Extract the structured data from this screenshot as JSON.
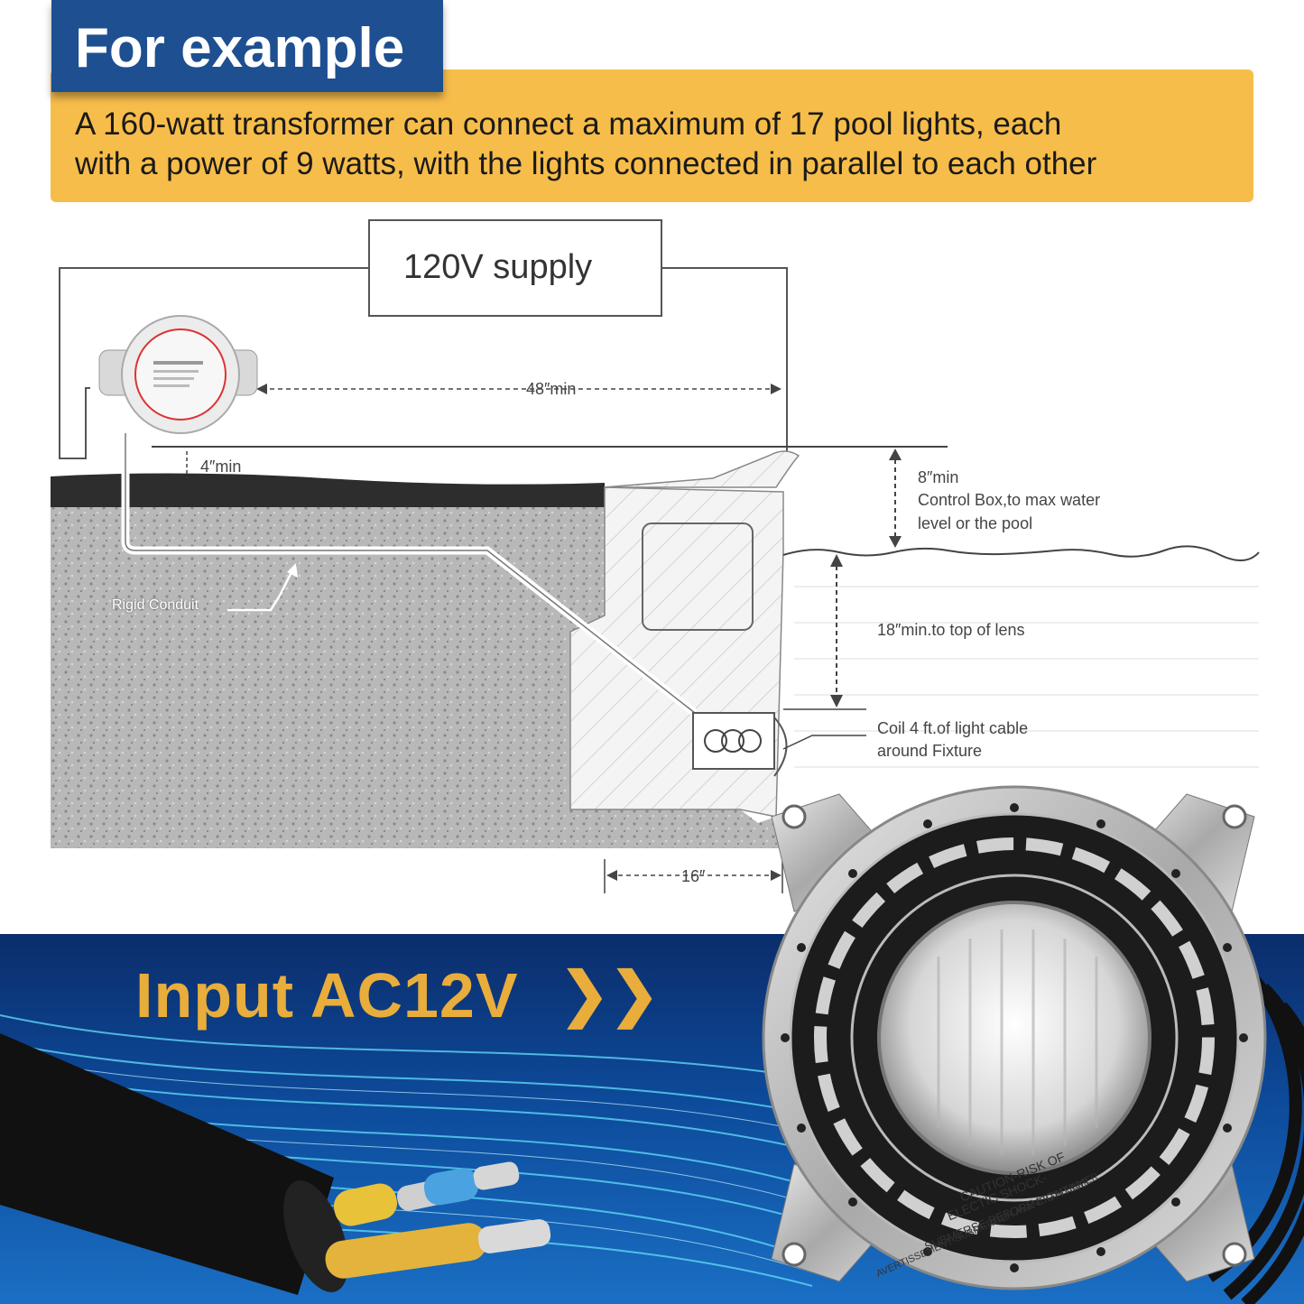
{
  "header": {
    "title": "For example",
    "note_line1": "A 160-watt transformer can connect a maximum of 17 pool lights, each",
    "note_line2": "with a power of 9 watts, with the lights connected in parallel to each other"
  },
  "diagram": {
    "supply_label": "120V supply",
    "dim_48": "48″min",
    "dim_4": "4″min",
    "dim_8": "8″min",
    "control_box_line1": "Control Box,to max water",
    "control_box_line2": "level or the pool",
    "lens_label": "18″min.to top of lens",
    "coil_line1": "Coil 4 ft.of light cable",
    "coil_line2": "around Fixture",
    "conduit_label": "Rigid Conduit",
    "dim_16": "16″"
  },
  "product": {
    "input_label": "Input AC12V",
    "chevron": "❯❯",
    "caution_line1": "CAUTION-RISK OF",
    "caution_line2": "ELECTIC SHOCK-",
    "caution_line3": "SUBMERSE BEFORE LIGHTING",
    "caution_line4": "AVERTISSEMENT-SUBMERGER AVANT D'ALLUMER"
  },
  "colors": {
    "title_bg": "#1e4f91",
    "note_bg": "#f7bd4a",
    "input_label": "#e9ad3c"
  }
}
